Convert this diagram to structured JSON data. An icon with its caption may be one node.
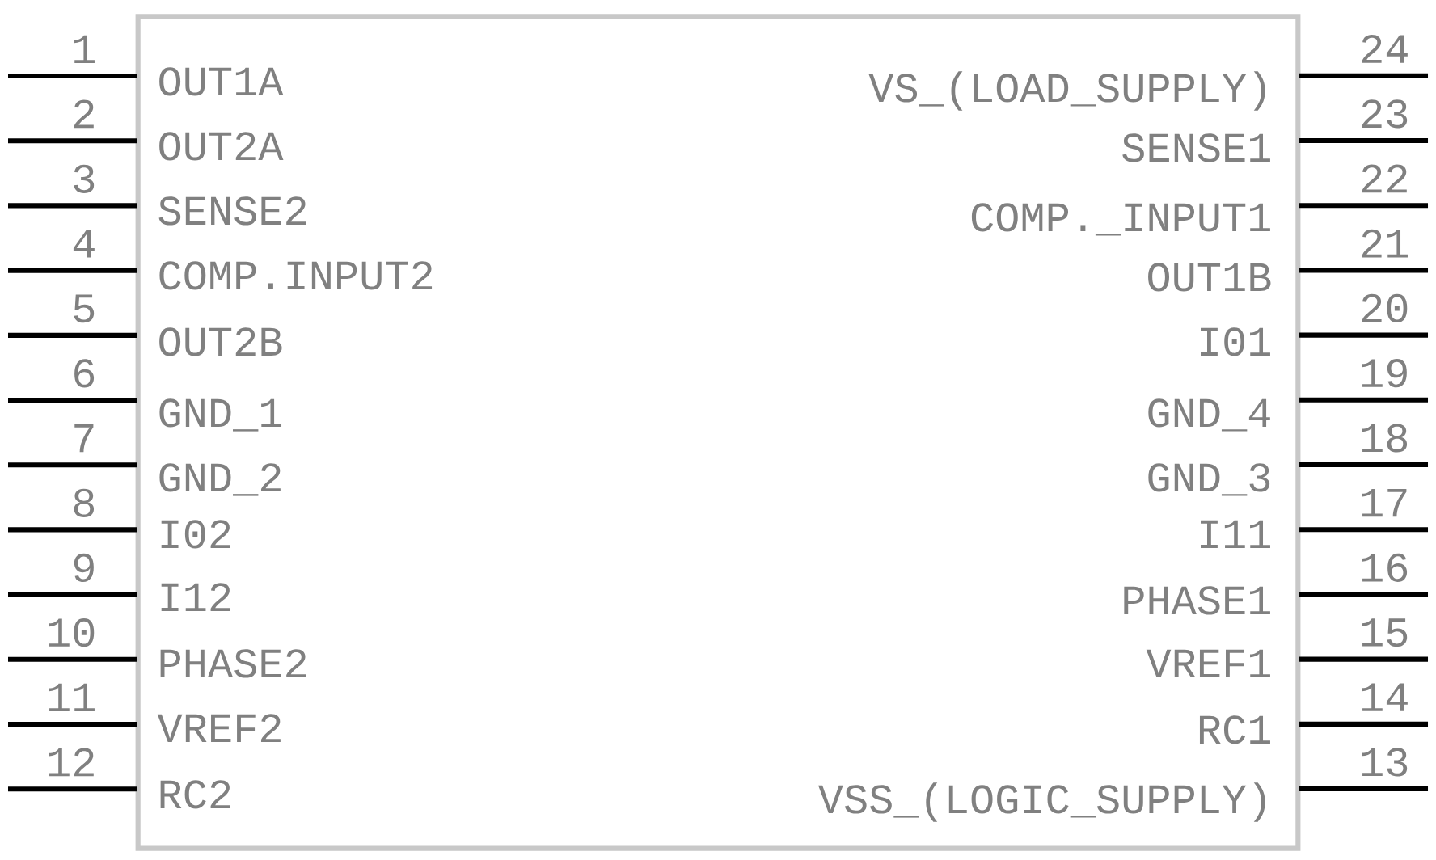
{
  "diagram": {
    "nodes": [
      {
        "text": [],
        "shape": "box"
      }
    ],
    "labels": [
      "1",
      "OUT1A",
      "2",
      "OUT2A",
      "3",
      "SENSE2",
      "4",
      "COMP.INPUT2",
      "5",
      "OUT2B",
      "6",
      "GND_1",
      "7",
      "GND_2",
      "8",
      "I02",
      "9",
      "I12",
      "10",
      "PHASE2",
      "11",
      "VREF2",
      "12",
      "RC2",
      "13",
      "VSS_(LOGIC_SUPPLY)",
      "14",
      "RC1",
      "15",
      "VREF1",
      "16",
      "PHASE1",
      "17",
      "I11",
      "18",
      "GND_3",
      "19",
      "GND_4",
      "20",
      "I01",
      "21",
      "OUT1B",
      "22",
      "COMP._INPUT1",
      "23",
      "SENSE1",
      "24",
      "VS_(LOAD_SUPPLY)"
    ]
  }
}
